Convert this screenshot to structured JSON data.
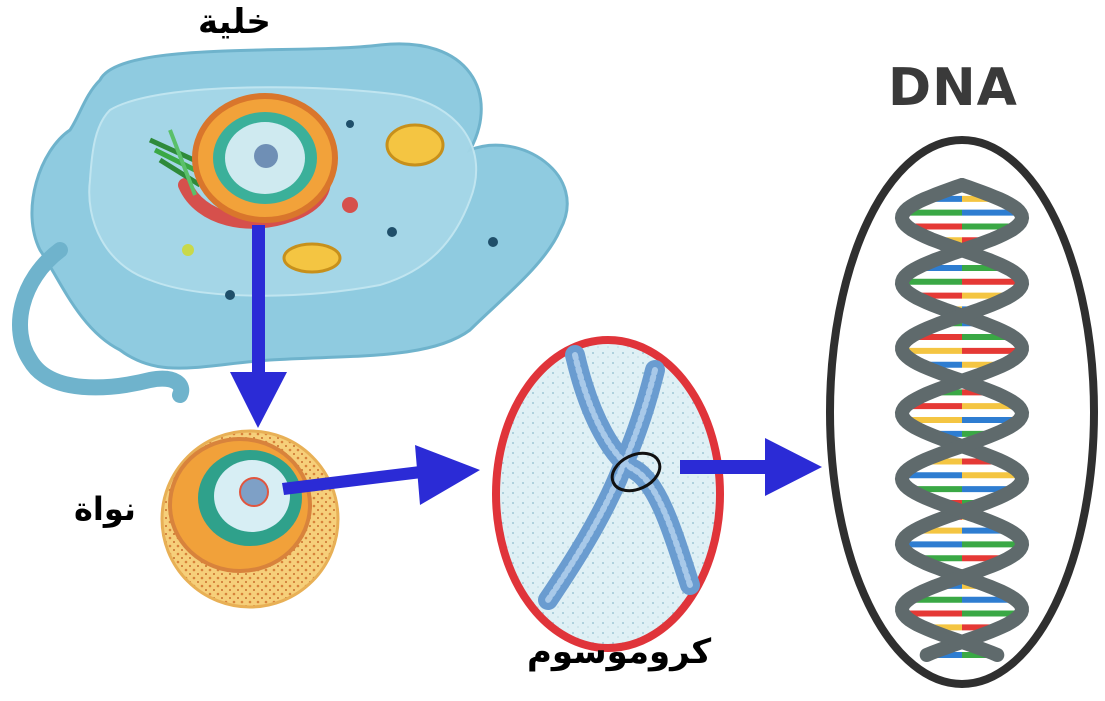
{
  "labels": {
    "cell": "خلية",
    "nucleus": "نواة",
    "chromosome": "كروموسوم",
    "dna": "DNA"
  },
  "colors": {
    "arrow": "#2b2bd6",
    "cell_body": "#8fcbe0",
    "chromosome_ring": "#e0343a",
    "dna_ring": "#2f2f2f",
    "dna_backbone": "#5f6a6c",
    "base_pairs": [
      "#e53935",
      "#f4c542",
      "#2e7dd1",
      "#3aa845",
      "#ffffff"
    ]
  }
}
